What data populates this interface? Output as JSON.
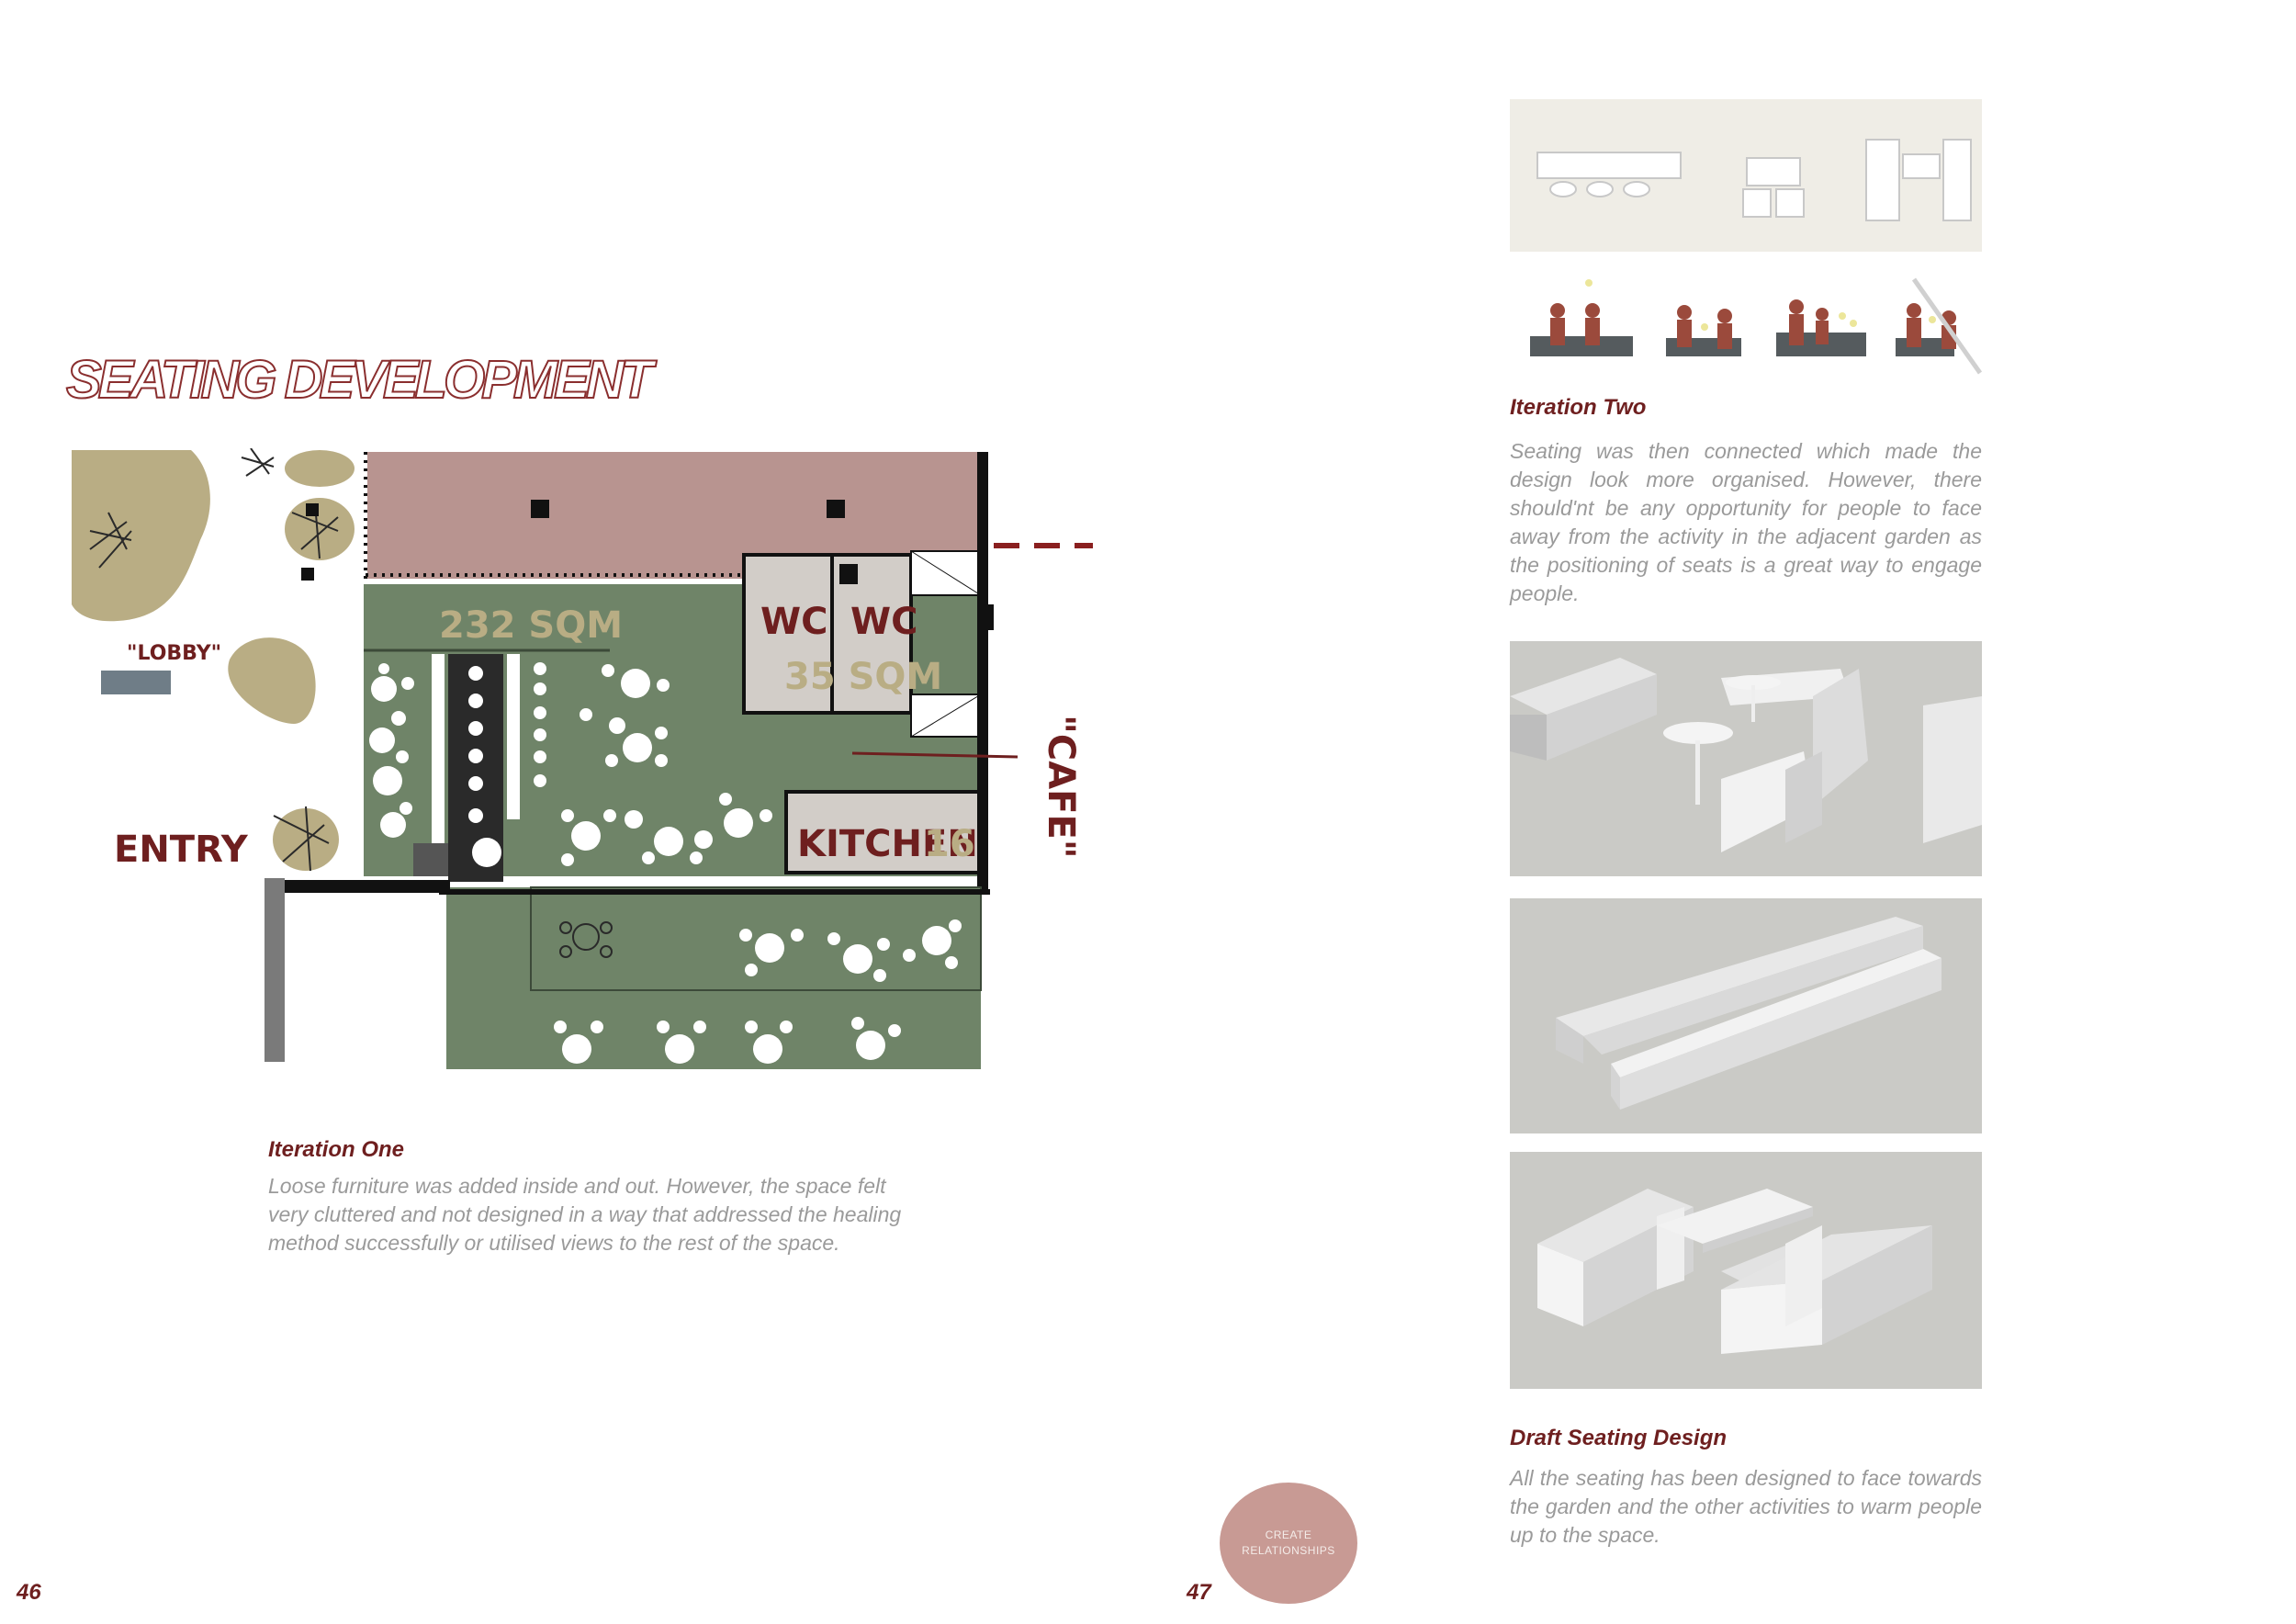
{
  "spread": {
    "title": "SEATING DEVELOPMENT",
    "left_page_number": "46",
    "right_page_number": "47"
  },
  "plan": {
    "area_main": "232 SQM",
    "area_wc": "35 SQM",
    "wc_left": "WC",
    "wc_right": "WC",
    "kitchen": "KITCHEN",
    "kitchen_area": "16",
    "lobby": "\"LOBBY\"",
    "entry": "ENTRY",
    "cafe": "\"CAFE\""
  },
  "iteration_one": {
    "heading": "Iteration One",
    "text": "Loose furniture was added inside and out. However, the space felt very cluttered and not designed in a way that addressed the healing method successfully or utilised views to the rest of the space."
  },
  "iteration_two": {
    "heading": "Iteration Two",
    "text": "Seating was then connected which made the design look more organised. However, there should'nt be any opportunity for people to face away from the activity in the adjacent garden as the positioning of seats is a great way to engage people."
  },
  "draft": {
    "heading": "Draft Seating Design",
    "text": "All the seating has been designed to face towards the garden and the other activities to warm people up to the space."
  },
  "badge": {
    "line1": "CREATE",
    "line2": "RELATIONSHIPS"
  },
  "colors": {
    "accent": "#6e1f1f",
    "plan_green": "#6f8468",
    "plan_pink": "#b89490",
    "olive": "#b9ad84",
    "badge": "#c89a94"
  }
}
